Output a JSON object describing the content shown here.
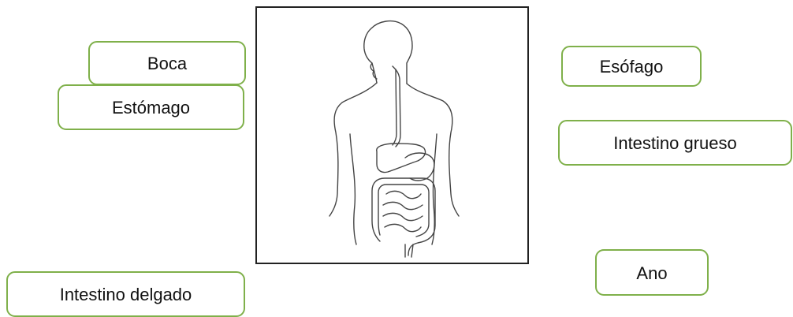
{
  "labels": {
    "boca": "Boca",
    "estomago": "Estómago",
    "esofago": "Esófago",
    "intestino_grueso": "Intestino grueso",
    "ano": "Ano",
    "intestino_delgado": "Intestino delgado"
  },
  "colors": {
    "box_border": "#7fb04a",
    "frame_border": "#222222",
    "drawing_stroke": "#444444"
  }
}
